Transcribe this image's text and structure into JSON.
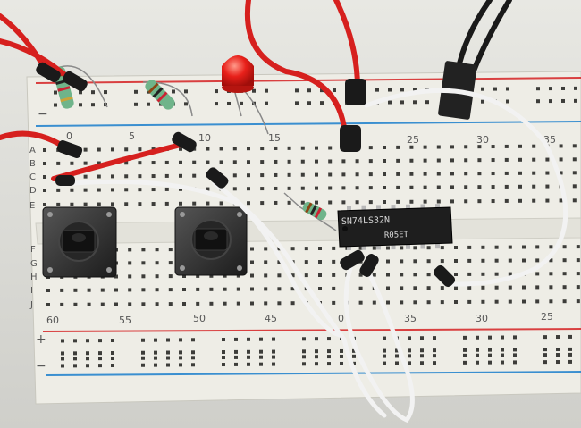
{
  "photo": {
    "column_numbers_top": [
      "0",
      "5",
      "10",
      "15",
      "25",
      "30",
      "35"
    ],
    "column_numbers_bottom": [
      "60",
      "55",
      "50",
      "45",
      "0",
      "35",
      "30",
      "25"
    ],
    "row_letters": [
      "A",
      "B",
      "C",
      "D",
      "E",
      "F",
      "G",
      "H",
      "I",
      "J"
    ],
    "rail_plus_symbol": "+",
    "rail_minus_symbol": "−",
    "chip_marking_line1": "SN74LS32N",
    "chip_marking_line2": "R05ET",
    "colors": {
      "board": "#eeede6",
      "red_rail": "#d94040",
      "blue_rail": "#3a8fd0",
      "red_wire": "#d6201e",
      "white_wire": "#f2f2f2",
      "chip": "#1e1e1e",
      "led": "#e8201a"
    }
  }
}
